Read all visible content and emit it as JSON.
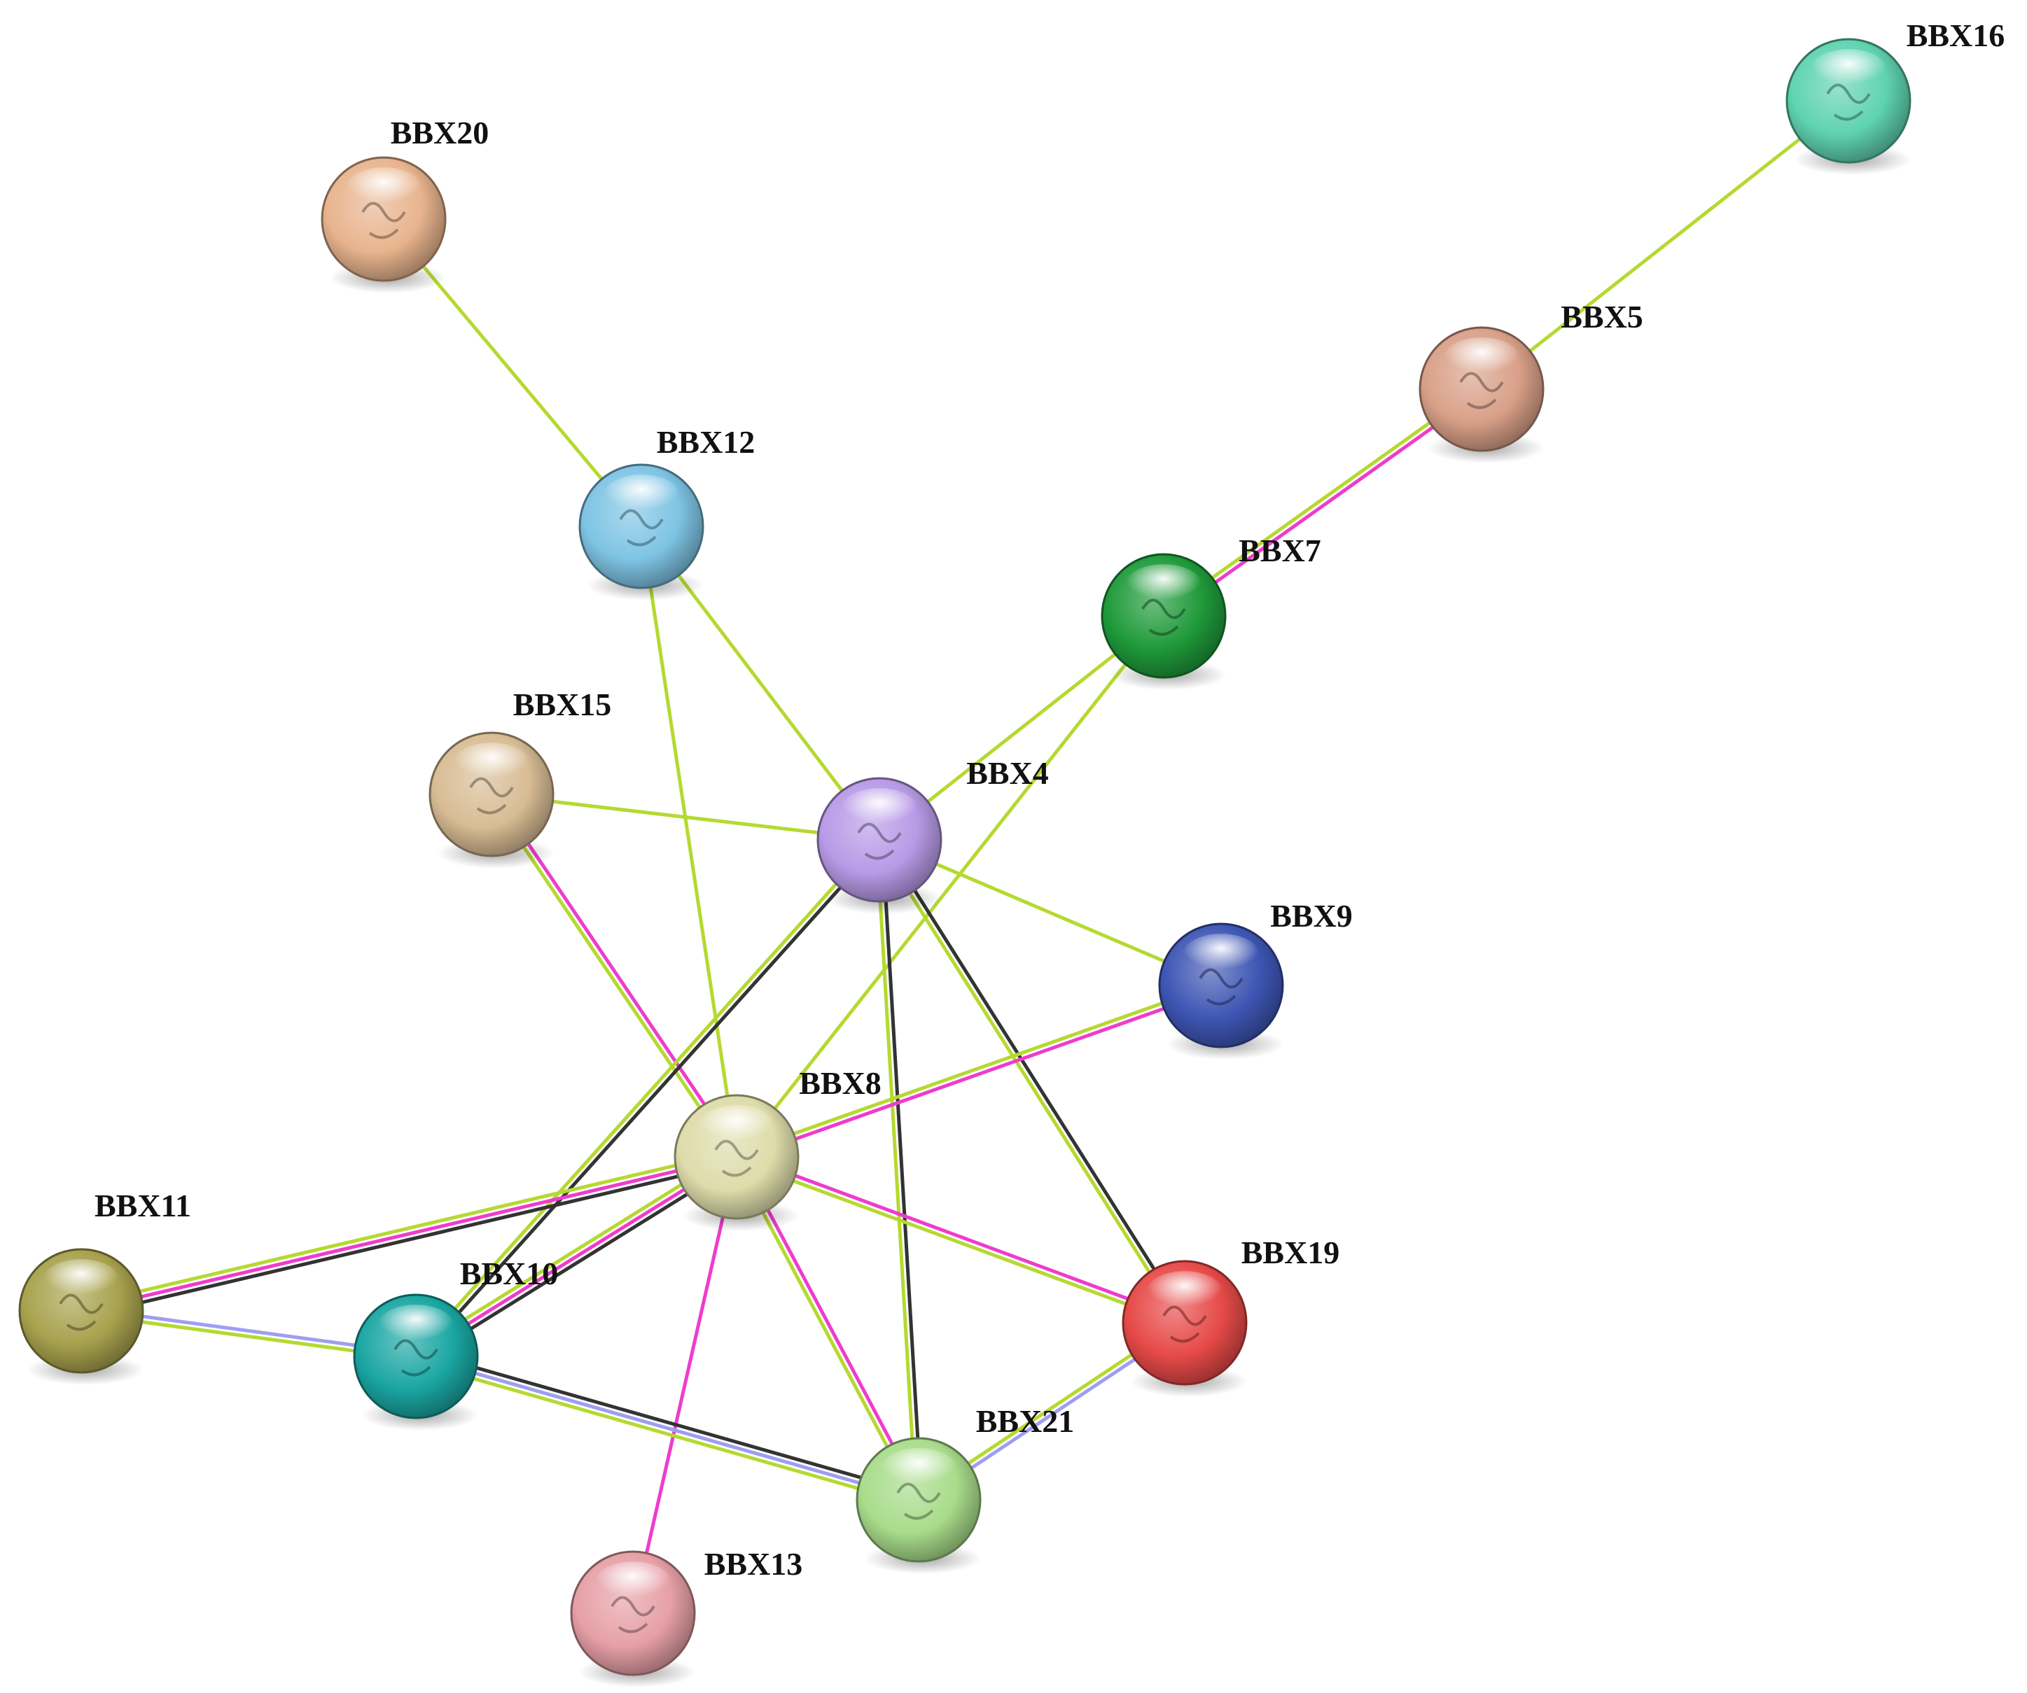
{
  "diagram": {
    "type": "protein-interaction-network",
    "nodes": [
      {
        "id": "BBX20",
        "label": "BBX20",
        "color": "#e8b48e"
      },
      {
        "id": "BBX16",
        "label": "BBX16",
        "color": "#5fd3b0"
      },
      {
        "id": "BBX5",
        "label": "BBX5",
        "color": "#d9a088"
      },
      {
        "id": "BBX12",
        "label": "BBX12",
        "color": "#7ec4e4"
      },
      {
        "id": "BBX7",
        "label": "BBX7",
        "color": "#1f9a3a"
      },
      {
        "id": "BBX15",
        "label": "BBX15",
        "color": "#d8bc94"
      },
      {
        "id": "BBX4",
        "label": "BBX4",
        "color": "#b89ae6"
      },
      {
        "id": "BBX9",
        "label": "BBX9",
        "color": "#3e56b4"
      },
      {
        "id": "BBX8",
        "label": "BBX8",
        "color": "#dedcaa"
      },
      {
        "id": "BBX11",
        "label": "BBX11",
        "color": "#a8a24e"
      },
      {
        "id": "BBX10",
        "label": "BBX10",
        "color": "#1aa6a2"
      },
      {
        "id": "BBX19",
        "label": "BBX19",
        "color": "#e64a48"
      },
      {
        "id": "BBX21",
        "label": "BBX21",
        "color": "#a8dc8a"
      },
      {
        "id": "BBX13",
        "label": "BBX13",
        "color": "#e6a0a6"
      }
    ],
    "edge_colors": {
      "textmining": "#b5d930",
      "experimental": "#ee3ccc",
      "coexpression": "#333333",
      "homology": "#9e9ef0"
    },
    "edges": [
      {
        "source": "BBX20",
        "target": "BBX12",
        "evidence": [
          "textmining"
        ]
      },
      {
        "source": "BBX16",
        "target": "BBX5",
        "evidence": [
          "textmining"
        ]
      },
      {
        "source": "BBX5",
        "target": "BBX7",
        "evidence": [
          "experimental",
          "textmining"
        ]
      },
      {
        "source": "BBX12",
        "target": "BBX4",
        "evidence": [
          "textmining"
        ]
      },
      {
        "source": "BBX12",
        "target": "BBX8",
        "evidence": [
          "textmining"
        ]
      },
      {
        "source": "BBX7",
        "target": "BBX4",
        "evidence": [
          "textmining"
        ]
      },
      {
        "source": "BBX7",
        "target": "BBX8",
        "evidence": [
          "textmining"
        ]
      },
      {
        "source": "BBX15",
        "target": "BBX4",
        "evidence": [
          "textmining"
        ]
      },
      {
        "source": "BBX15",
        "target": "BBX8",
        "evidence": [
          "experimental",
          "textmining"
        ]
      },
      {
        "source": "BBX4",
        "target": "BBX9",
        "evidence": [
          "textmining"
        ]
      },
      {
        "source": "BBX4",
        "target": "BBX10",
        "evidence": [
          "coexpression",
          "textmining"
        ]
      },
      {
        "source": "BBX4",
        "target": "BBX21",
        "evidence": [
          "coexpression",
          "textmining"
        ]
      },
      {
        "source": "BBX4",
        "target": "BBX19",
        "evidence": [
          "coexpression",
          "textmining"
        ]
      },
      {
        "source": "BBX9",
        "target": "BBX8",
        "evidence": [
          "experimental",
          "textmining"
        ]
      },
      {
        "source": "BBX8",
        "target": "BBX11",
        "evidence": [
          "coexpression",
          "experimental",
          "textmining"
        ]
      },
      {
        "source": "BBX8",
        "target": "BBX10",
        "evidence": [
          "coexpression",
          "experimental",
          "textmining"
        ]
      },
      {
        "source": "BBX8",
        "target": "BBX19",
        "evidence": [
          "experimental",
          "textmining"
        ]
      },
      {
        "source": "BBX8",
        "target": "BBX21",
        "evidence": [
          "experimental",
          "textmining"
        ]
      },
      {
        "source": "BBX8",
        "target": "BBX13",
        "evidence": [
          "experimental"
        ]
      },
      {
        "source": "BBX11",
        "target": "BBX10",
        "evidence": [
          "homology",
          "textmining"
        ]
      },
      {
        "source": "BBX10",
        "target": "BBX21",
        "evidence": [
          "coexpression",
          "homology",
          "textmining"
        ]
      },
      {
        "source": "BBX19",
        "target": "BBX21",
        "evidence": [
          "homology",
          "textmining"
        ]
      }
    ]
  }
}
